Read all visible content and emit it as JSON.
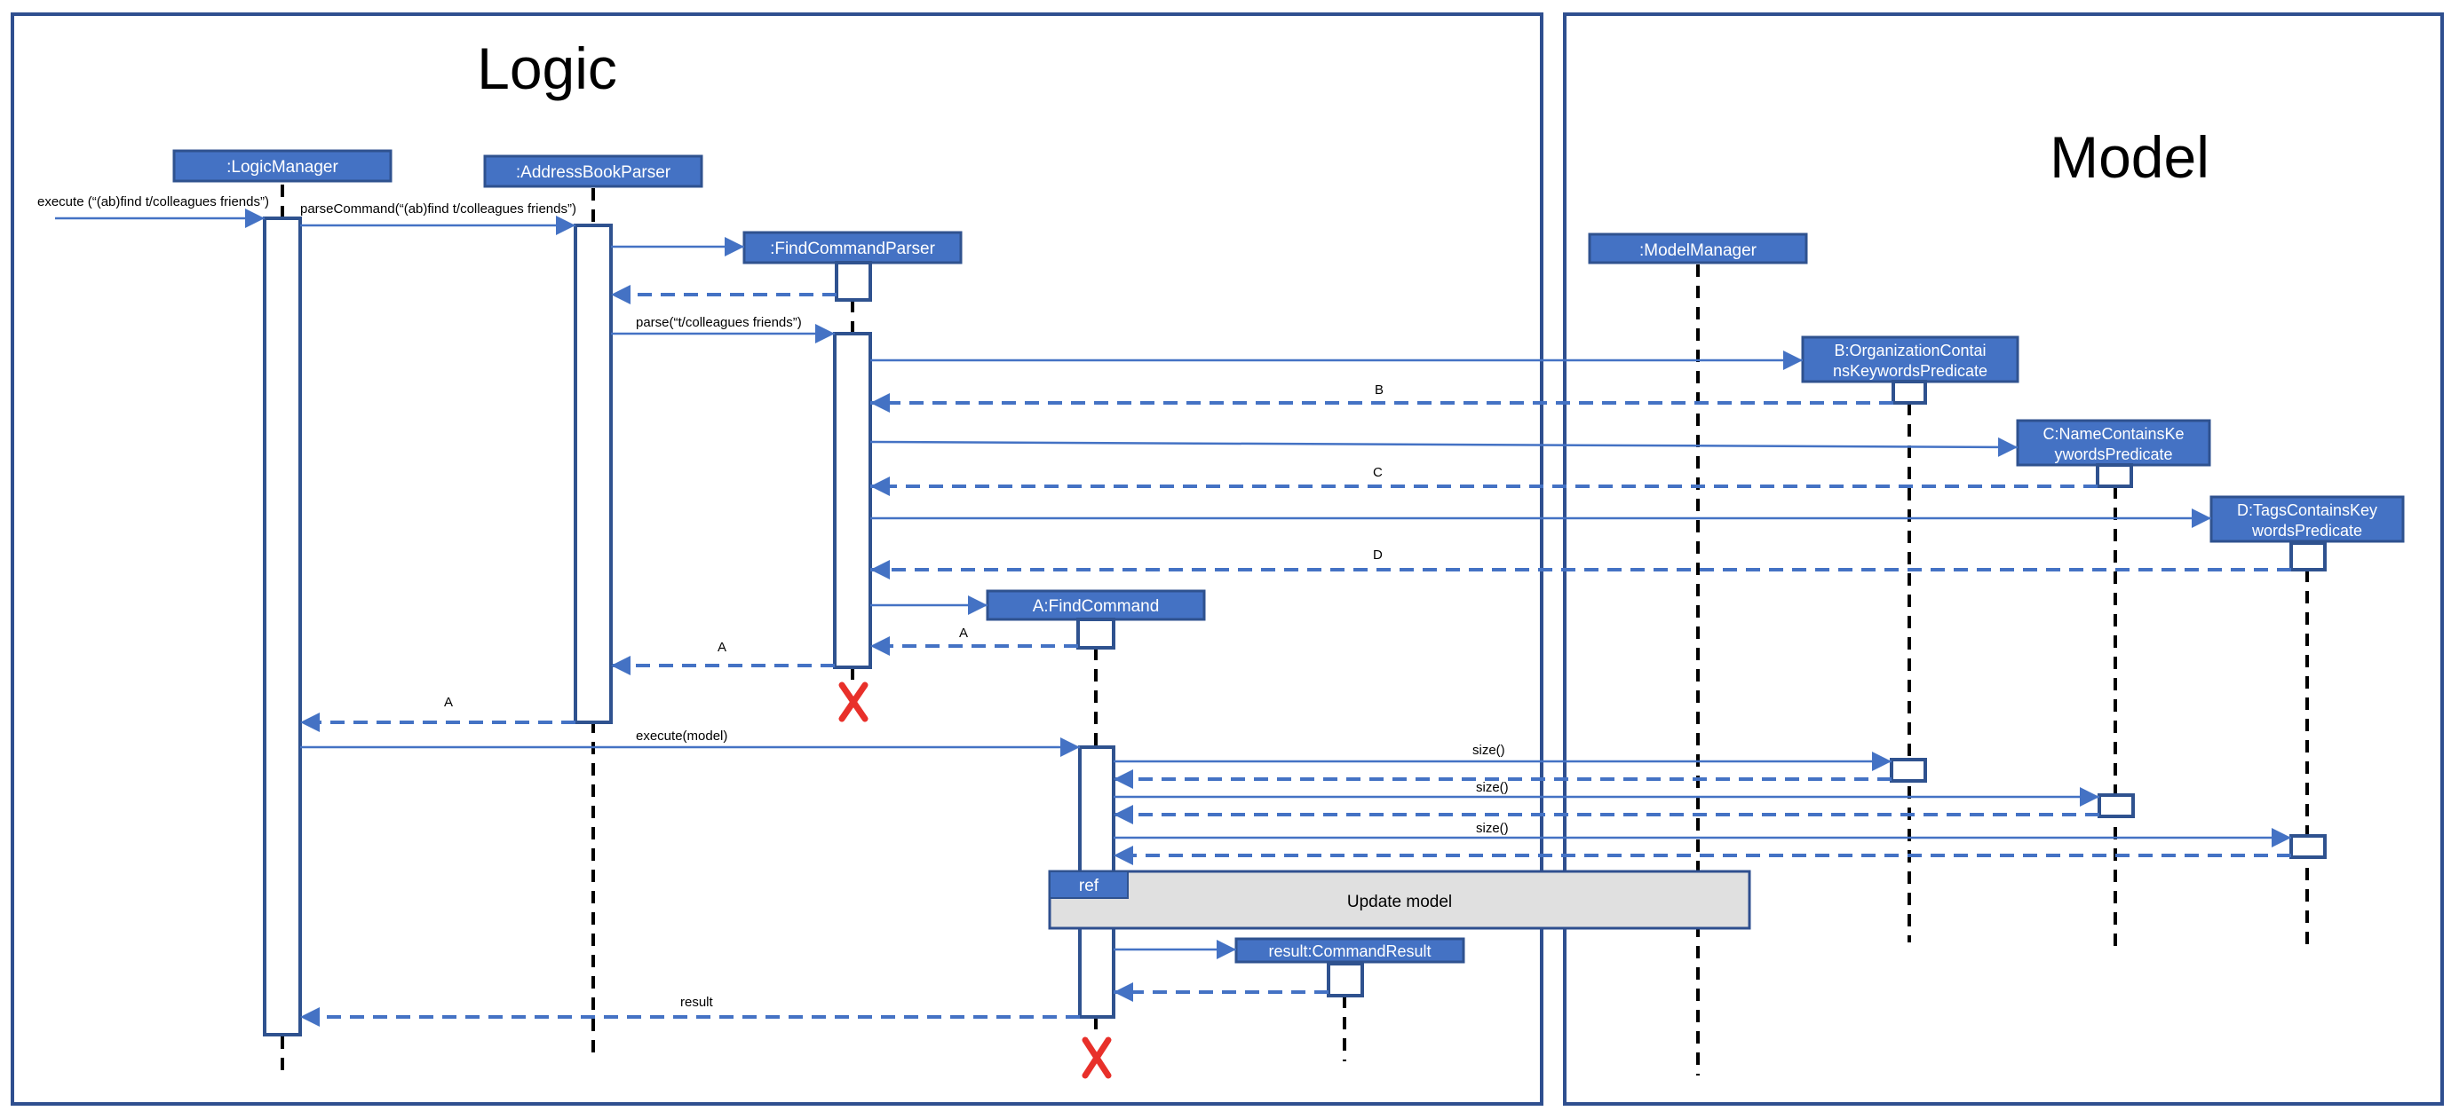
{
  "frames": {
    "logic": "Logic",
    "model": "Model"
  },
  "participants": {
    "logic_manager": ":LogicManager",
    "address_book_parser": ":AddressBookParser",
    "find_command_parser": ":FindCommandParser",
    "model_manager": ":ModelManager",
    "org_predicate": [
      "B:OrganizationContai",
      "nsKeywordsPredicate"
    ],
    "name_predicate": [
      "C:NameContainsKe",
      "ywordsPredicate"
    ],
    "tags_predicate": [
      "D:TagsContainsKey",
      "wordsPredicate"
    ],
    "find_command": "A:FindCommand",
    "command_result": "result:CommandResult"
  },
  "messages": {
    "execute_input": "execute (“(ab)find t/colleagues friends”)",
    "parse_command": "parseCommand(“(ab)find t/colleagues friends”)",
    "parse": "parse(“t/colleagues friends”)",
    "return_b": "B",
    "return_c": "C",
    "return_d": "D",
    "return_a1": "A",
    "return_a2": "A",
    "return_a3": "A",
    "execute_model": "execute(model)",
    "size_1": "size()",
    "size_2": "size()",
    "size_3": "size()",
    "result": "result"
  },
  "ref_fragment": {
    "tag": "ref",
    "label": "Update model"
  },
  "colors": {
    "frame": "#2f4f8f",
    "participant_fill": "#4472c4",
    "participant_border": "#2f528f",
    "participant_text": "#ffffff",
    "arrow": "#4472c4",
    "lifeline": "#000000",
    "destroy": "#e8302a",
    "ref_fill": "#e0e0e0"
  }
}
